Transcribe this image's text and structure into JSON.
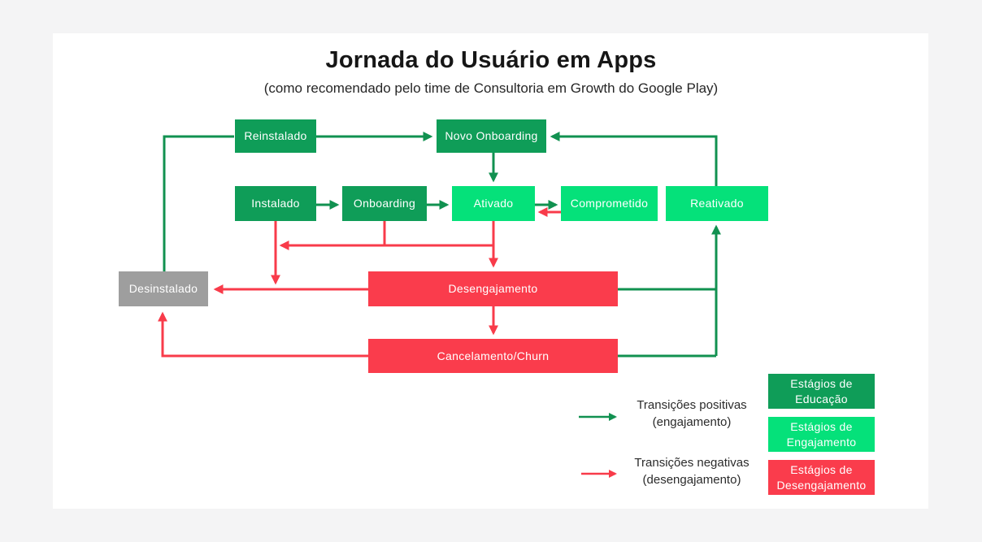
{
  "page": {
    "title": "Jornada do Usuário em Apps",
    "subtitle": "(como recomendado pelo time de Consultoria em Growth do Google Play)"
  },
  "colors": {
    "education": "#0f9d58",
    "engagement": "#05e17a",
    "disengagement": "#fa3c4c",
    "uninstalled": "#9e9e9e",
    "positive": "#119150",
    "negative": "#f83b4a"
  },
  "nodes": {
    "reinstalado": {
      "label": "Reinstalado",
      "stage": "education"
    },
    "novo_onboarding": {
      "label": "Novo Onboarding",
      "stage": "education"
    },
    "instalado": {
      "label": "Instalado",
      "stage": "education"
    },
    "onboarding": {
      "label": "Onboarding",
      "stage": "education"
    },
    "ativado": {
      "label": "Ativado",
      "stage": "engagement"
    },
    "comprometido": {
      "label": "Comprometido",
      "stage": "engagement"
    },
    "reativado": {
      "label": "Reativado",
      "stage": "engagement"
    },
    "desinstalado": {
      "label": "Desinstalado",
      "stage": "uninstalled"
    },
    "desengajamento": {
      "label": "Desengajamento",
      "stage": "disengagement"
    },
    "cancelamento": {
      "label": "Cancelamento/Churn",
      "stage": "disengagement"
    }
  },
  "edges": [
    {
      "from": "Reinstalado",
      "to": "Novo Onboarding",
      "type": "positive"
    },
    {
      "from": "Novo Onboarding",
      "to": "Ativado",
      "type": "positive"
    },
    {
      "from": "Instalado",
      "to": "Onboarding",
      "type": "positive"
    },
    {
      "from": "Onboarding",
      "to": "Ativado",
      "type": "positive"
    },
    {
      "from": "Ativado",
      "to": "Comprometido",
      "type": "positive"
    },
    {
      "from": "Desinstalado",
      "to": "Reinstalado",
      "type": "positive"
    },
    {
      "from": "Reativado",
      "to": "Novo Onboarding",
      "type": "positive"
    },
    {
      "from": "Desengajamento",
      "to": "Reativado",
      "type": "positive"
    },
    {
      "from": "Cancelamento/Churn",
      "to": "Reativado",
      "type": "positive"
    },
    {
      "from": "Comprometido",
      "to": "Ativado",
      "type": "negative"
    },
    {
      "from": "Instalado",
      "to": "Desinstalado",
      "type": "negative"
    },
    {
      "from": "Onboarding",
      "to": "Desinstalado",
      "type": "negative"
    },
    {
      "from": "Ativado",
      "to": "Desinstalado",
      "type": "negative"
    },
    {
      "from": "Ativado",
      "to": "Desengajamento",
      "type": "negative"
    },
    {
      "from": "Desengajamento",
      "to": "Desinstalado",
      "type": "negative"
    },
    {
      "from": "Desengajamento",
      "to": "Cancelamento/Churn",
      "type": "negative"
    },
    {
      "from": "Cancelamento/Churn",
      "to": "Desinstalado",
      "type": "negative"
    }
  ],
  "legend": {
    "positive": {
      "line1": "Transições positivas",
      "line2": "(engajamento)"
    },
    "negative": {
      "line1": "Transições negativas",
      "line2": "(desengajamento)"
    },
    "stages": {
      "education": {
        "label": "Estágios de Educação"
      },
      "engagement": {
        "label": "Estágios de Engajamento"
      },
      "disengagement": {
        "label": "Estágios de Desengajamento"
      }
    }
  }
}
